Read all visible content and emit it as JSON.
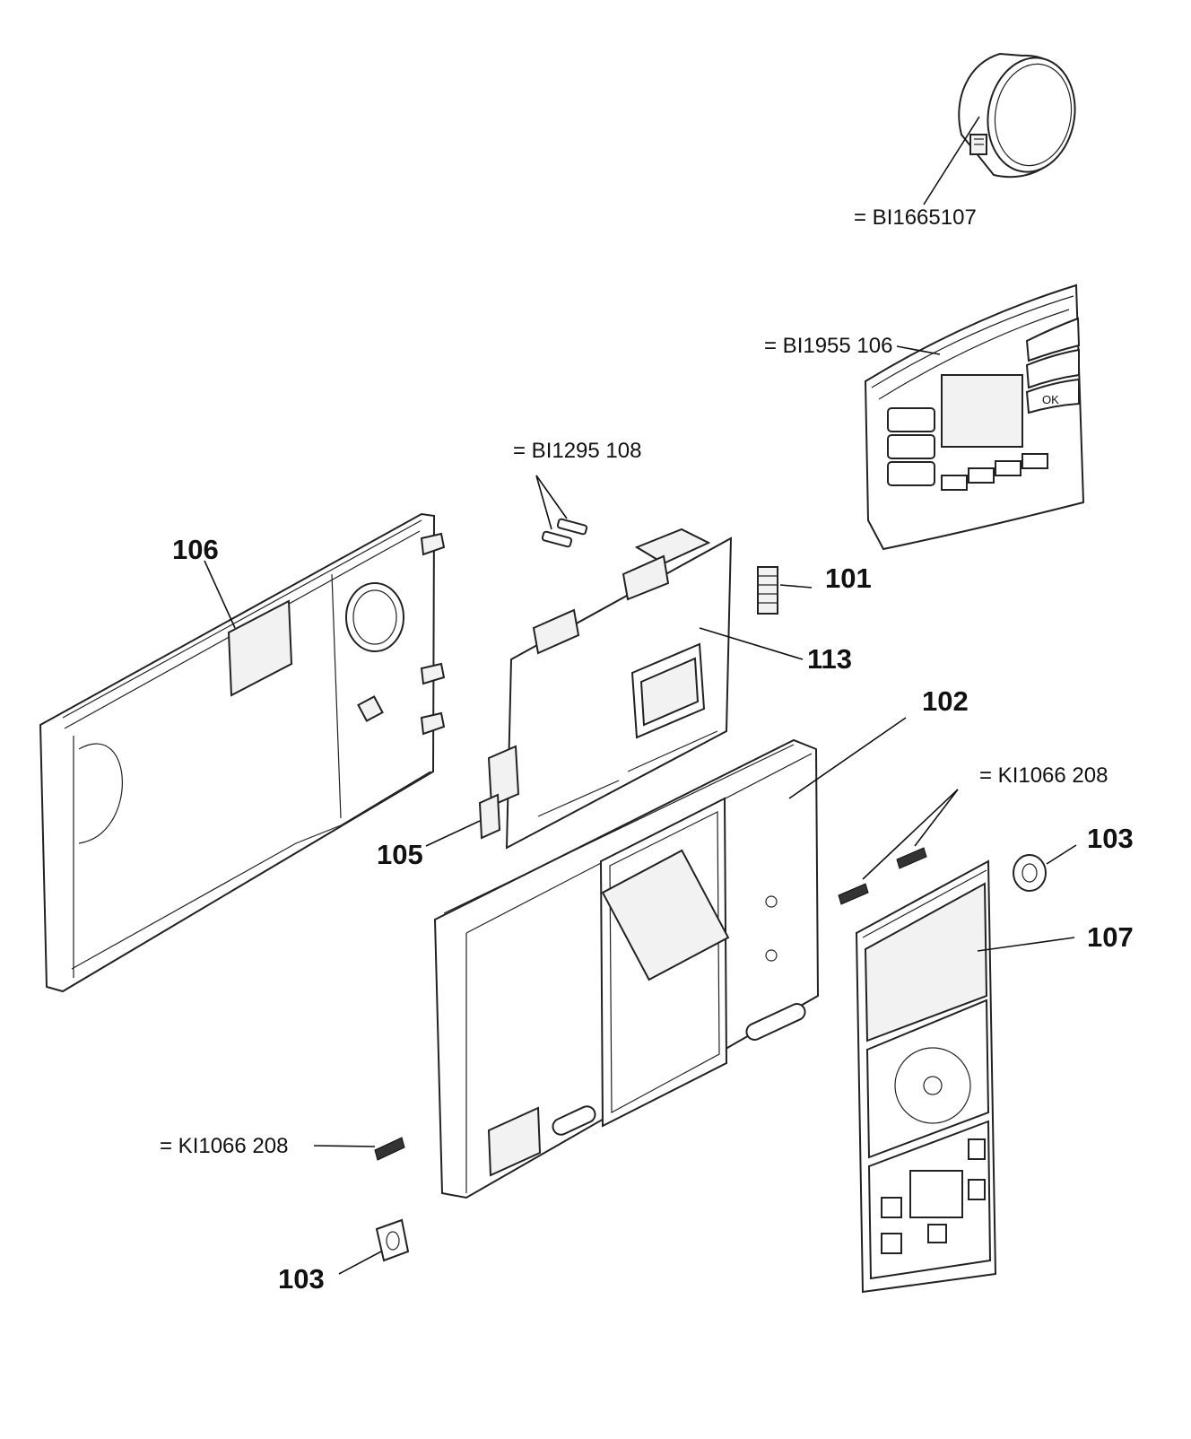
{
  "callouts": {
    "bi1665107": "= BI1665107",
    "bi1955106": "= BI1955 106",
    "bi1295108": "= BI1295 108",
    "kl1066208_right": "= KI1066 208",
    "kl1066208_left": "= KI1066 208",
    "p101": "101",
    "p102": "102",
    "p103_right": "103",
    "p103_bottom": "103",
    "p105": "105",
    "p106": "106",
    "p107": "107",
    "p113": "113"
  },
  "controller_panel": {
    "ok_label": "OK"
  }
}
